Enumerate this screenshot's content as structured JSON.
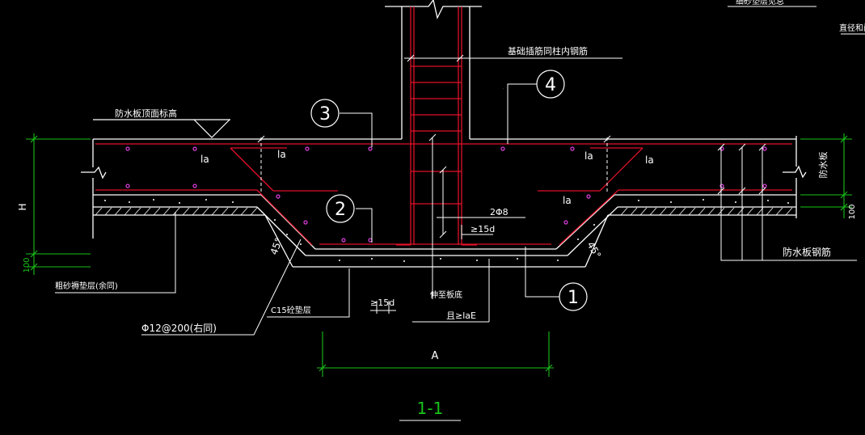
{
  "colors": {
    "background": "#000000",
    "outline": "#ffffff",
    "rebar": "#e0102a",
    "dimension": "#19c219",
    "marker": "#e040e0"
  },
  "labels": {
    "top_cut_note": "细砂垫层见总",
    "top_right_note": "直径和间",
    "column_rebar_note": "基础插筋同柱内钢筋",
    "slab_top_elev": "防水板顶面标高",
    "la_1": "la",
    "la_2": "la",
    "la_3": "la",
    "la_4": "la",
    "la_5": "la",
    "la_6": "la",
    "stirrup": "2Φ8",
    "min_15d_upper": "≥15d",
    "min_15d_lower": "≥15d",
    "to_base": "伸至板底",
    "and_lae": "且≥laE",
    "sand_layer": "粗砂褥垫层(余同)",
    "c15_layer": "C15砼垫层",
    "rebar_spec": "Φ12@200(右同)",
    "slab_rebar": "防水板钢筋",
    "waterproof_slab": "防水板",
    "angle_left": "45°",
    "angle_right": "45°",
    "dim_a": "A",
    "dim_h": "H",
    "dim_100_left": "100",
    "dim_100_right": "100",
    "section_title": "1-1"
  },
  "callouts": [
    "3",
    "4",
    "2",
    "1"
  ]
}
